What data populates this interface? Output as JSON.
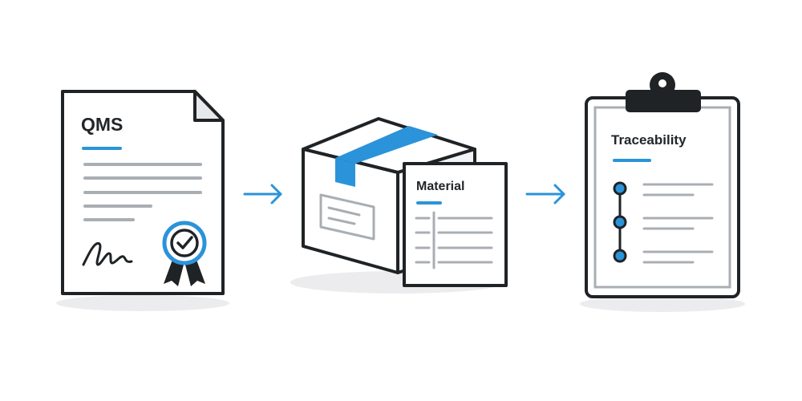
{
  "colors": {
    "outline": "#1f2326",
    "accent": "#2b93d9",
    "text_line": "#a9aeb3",
    "paper": "#ffffff",
    "fold": "#e6e8ea",
    "box_side": "#f3f4f5",
    "shadow": "#ececee"
  },
  "steps": [
    {
      "label": "QMS",
      "icon": "certified-document-icon"
    },
    {
      "label": "Material",
      "icon": "package-with-spec-sheet-icon"
    },
    {
      "label": "Traceability",
      "icon": "clipboard-timeline-icon"
    }
  ],
  "connectors": [
    {
      "icon": "arrow-right-icon"
    },
    {
      "icon": "arrow-right-icon"
    }
  ]
}
